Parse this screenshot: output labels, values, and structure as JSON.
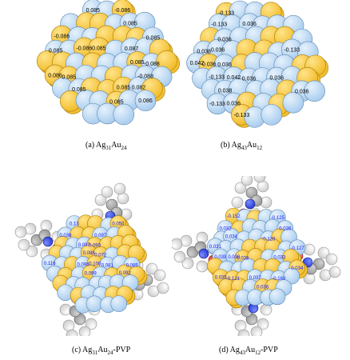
{
  "colors": {
    "silver_atom": "#a9cdef",
    "silver_edge": "#5e86ad",
    "gold_atom": "#f2bc2a",
    "gold_edge": "#a67a06",
    "hydrogen": "#f2f2f2",
    "carbon": "#9a9a9a",
    "nitrogen": "#2a3fd6",
    "oxygen": "#e0202a",
    "charge_label_pvp": "#1a1aff"
  },
  "panels": [
    {
      "id": "a",
      "caption": {
        "prefix": "(a) ",
        "el1": "Ag",
        "n1": "31",
        "el2": "Au",
        "n2": "24",
        "suffix": ""
      },
      "labels": [
        "0.085",
        "-0.086",
        "-0.086",
        "0.085",
        "0.085",
        "-0.086",
        "0.085",
        "0.085",
        "0.087",
        "0.086",
        "0.085",
        "0.085",
        "-0.088",
        "0.085",
        "-0.088",
        "0.085",
        "0.082",
        "0.085",
        "0.086"
      ]
    },
    {
      "id": "b",
      "caption": {
        "prefix": "(b) ",
        "el1": "Ag",
        "n1": "43",
        "el2": "Au",
        "n2": "12",
        "suffix": ""
      },
      "labels": [
        "-0.133",
        "-0.133",
        "0.036",
        "0.036",
        "0.038",
        "0.036",
        "0.042",
        "0.036",
        "0.036",
        "-0.133",
        "-0.133",
        "0.042",
        "0.036",
        "0.038",
        "0.036",
        "-0.133",
        "0.036",
        "0.036",
        "-0.133"
      ]
    },
    {
      "id": "c",
      "caption": {
        "prefix": "(c)      ",
        "el1": "Ag",
        "n1": "31",
        "el2": "Au",
        "n2": "24",
        "suffix": "-PVP"
      },
      "labels": [
        "0.13",
        "0.038",
        "0.050",
        "0.097",
        "0.097",
        "0.090",
        "0.116",
        "0.088",
        "0.072",
        "0.096",
        "0.100",
        "0.081",
        "0.099",
        "0.085",
        "0.092"
      ]
    },
    {
      "id": "d",
      "caption": {
        "prefix": "(d) ",
        "el1": "Ag",
        "n1": "43",
        "el2": "Au",
        "n2": "12",
        "suffix": "-PVP"
      },
      "labels": [
        "-0.152",
        "0.032",
        "-0.125",
        "0.034",
        "0.031",
        "0.036",
        "-0.128",
        "0.039",
        "0.030",
        "0.038",
        "-0.127",
        "0.033",
        "0.035",
        "-0.121",
        "0.037",
        "0.034",
        "-0.160",
        "0.036"
      ]
    }
  ]
}
